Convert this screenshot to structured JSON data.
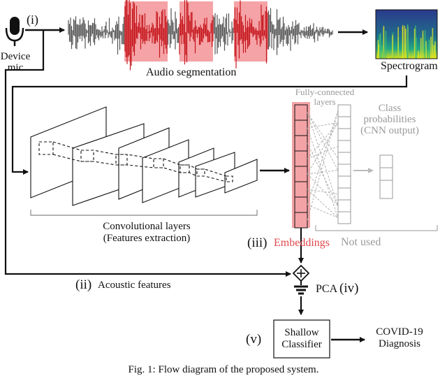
{
  "labels": {
    "step_i": "(i)",
    "device_mic_line1": "Device",
    "device_mic_line2": "mic",
    "audio_segmentation": "Audio segmentation",
    "spectrogram": "Spectrogram",
    "fully_connected_line1": "Fully-connected",
    "fully_connected_line2": "layers",
    "class_prob_line1": "Class",
    "class_prob_line2": "probabilities",
    "class_prob_line3": "(CNN output)",
    "conv_layers_line1": "Convolutional layers",
    "conv_layers_line2": "(Features extraction)",
    "step_iii": "(iii)",
    "embeddings": "Embeddings",
    "not_used": "Not used",
    "step_ii": "(ii)",
    "acoustic_features": "Acoustic features",
    "pca": "PCA",
    "step_iv": "(iv)",
    "step_v": "(v)",
    "shallow_line1": "Shallow",
    "shallow_line2": "Classifier",
    "covid_line1": "COVID-19",
    "covid_line2": "Diagnosis",
    "caption": "Fig. 1: Flow diagram of the proposed system."
  },
  "colors": {
    "highlight_red": "#e0484d",
    "highlight_fill": "#f3a3a6",
    "gray": "#9a9a9a",
    "ink": "#111111"
  },
  "icons": {
    "microphone": "microphone-icon",
    "sum_node": "plus-diamond-icon",
    "pca_funnel": "funnel-icon"
  }
}
